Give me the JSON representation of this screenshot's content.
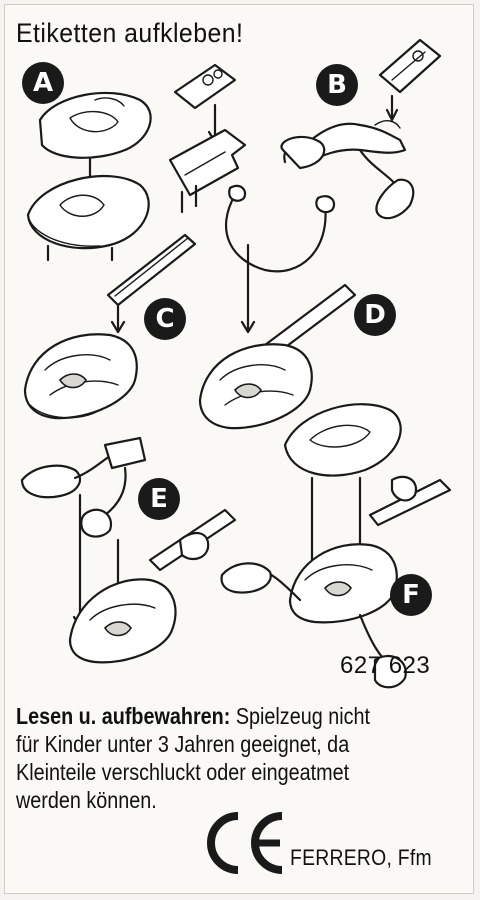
{
  "header": {
    "title": "Etiketten aufkleben!"
  },
  "steps": {
    "a": "A",
    "b": "B",
    "c": "C",
    "d": "D",
    "e": "E",
    "f": "F"
  },
  "article_number": "627 623",
  "warning": {
    "bold_lead": "Lesen u. aufbewahren:",
    "line1_rest": " Spielzeug nicht",
    "line2": "für Kinder unter 3 Jahren geeignet, da",
    "line3": "Kleinteile verschluckt oder eingeatmet",
    "line4": "werden können."
  },
  "footer": {
    "manufacturer": "FERRERO, Ffm"
  },
  "colors": {
    "ink": "#1a1a1a",
    "paper": "#faf9f6"
  },
  "icons": [
    "ce-mark-icon"
  ]
}
